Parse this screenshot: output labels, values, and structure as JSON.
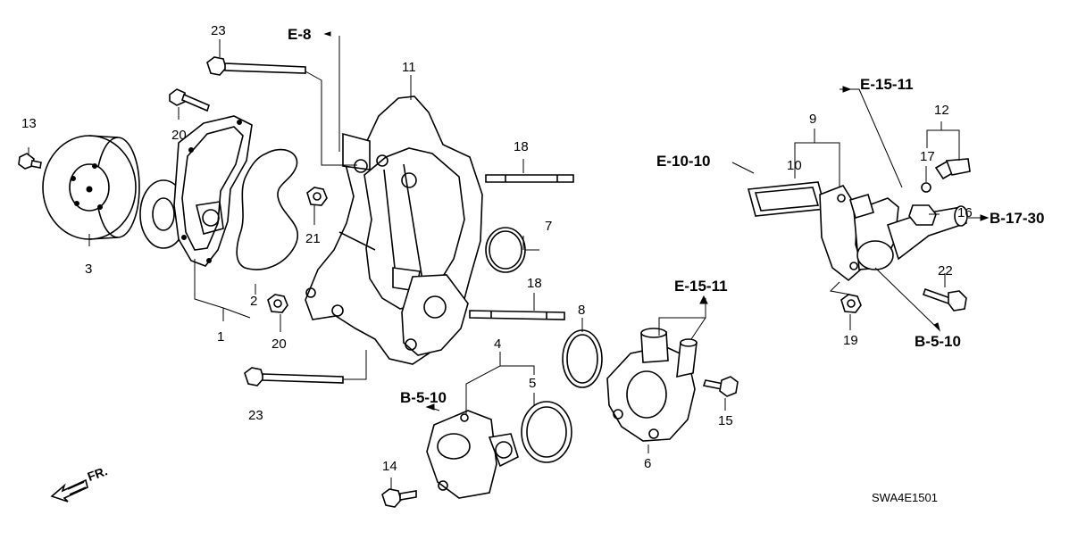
{
  "diagram": {
    "part_numbers": [
      "1",
      "2",
      "3",
      "4",
      "5",
      "6",
      "7",
      "8",
      "9",
      "10",
      "11",
      "12",
      "13",
      "14",
      "15",
      "16",
      "17",
      "18",
      "18",
      "19",
      "20",
      "20",
      "21",
      "22",
      "23",
      "23"
    ],
    "references": [
      "E-8",
      "E-15-11",
      "E-10-10",
      "B-17-30",
      "E-15-11",
      "B-5-10",
      "B-5-10"
    ],
    "drawing_code": "SWA4E1501",
    "direction": "FR."
  }
}
